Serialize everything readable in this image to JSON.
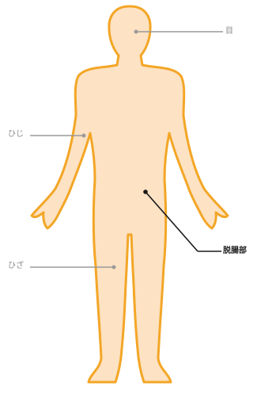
{
  "diagram": {
    "labels": {
      "eye": "目",
      "elbow": "ひじ",
      "knee": "ひざ",
      "organ": "脱腸部"
    },
    "colors": {
      "body_fill": "#fde2c3",
      "body_outline": "#f3a626",
      "leader_grey": "#9a9a9a",
      "leader_dark": "#1a1a1a"
    }
  }
}
